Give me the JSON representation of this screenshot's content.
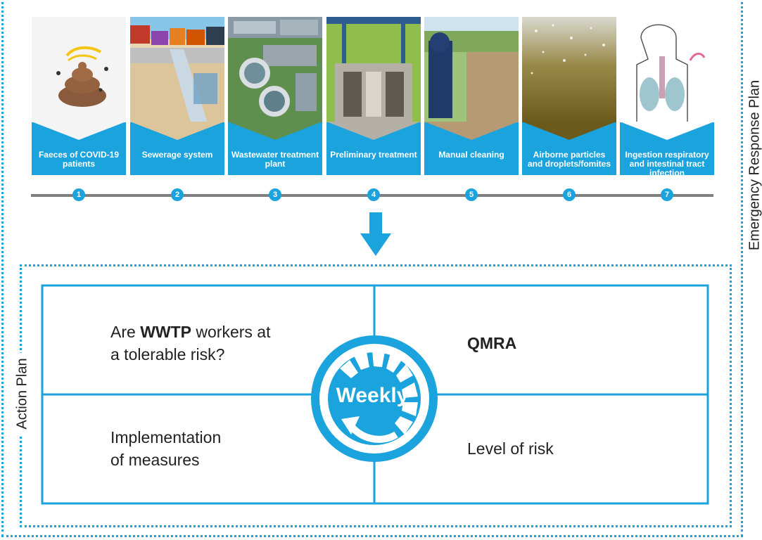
{
  "erp_label": "Emergency Response Plan",
  "action_label": "Action Plan",
  "steps": [
    {
      "number": "1",
      "label": "Faeces of COVID-19 patients"
    },
    {
      "number": "2",
      "label": "Sewerage system"
    },
    {
      "number": "3",
      "label": "Wastewater treatment plant"
    },
    {
      "number": "4",
      "label": "Preliminary treatment"
    },
    {
      "number": "5",
      "label": "Manual cleaning"
    },
    {
      "number": "6",
      "label": "Airborne particles and droplets/fomites"
    },
    {
      "number": "7",
      "label": "Ingestion respiratory and intestinal tract infection"
    }
  ],
  "quadrants": {
    "top_left_prefix": "Are ",
    "top_left_bold": "WWTP",
    "top_left_suffix": " workers at",
    "top_left_line2": "a tolerable risk?",
    "top_right": "QMRA",
    "bottom_left_line1": "Implementation",
    "bottom_left_line2": "of measures",
    "bottom_right": "Level of risk"
  },
  "cycle_label": "Weekly",
  "colors": {
    "accent": "#1aa3dc",
    "timeline": "#7f7f7f"
  }
}
